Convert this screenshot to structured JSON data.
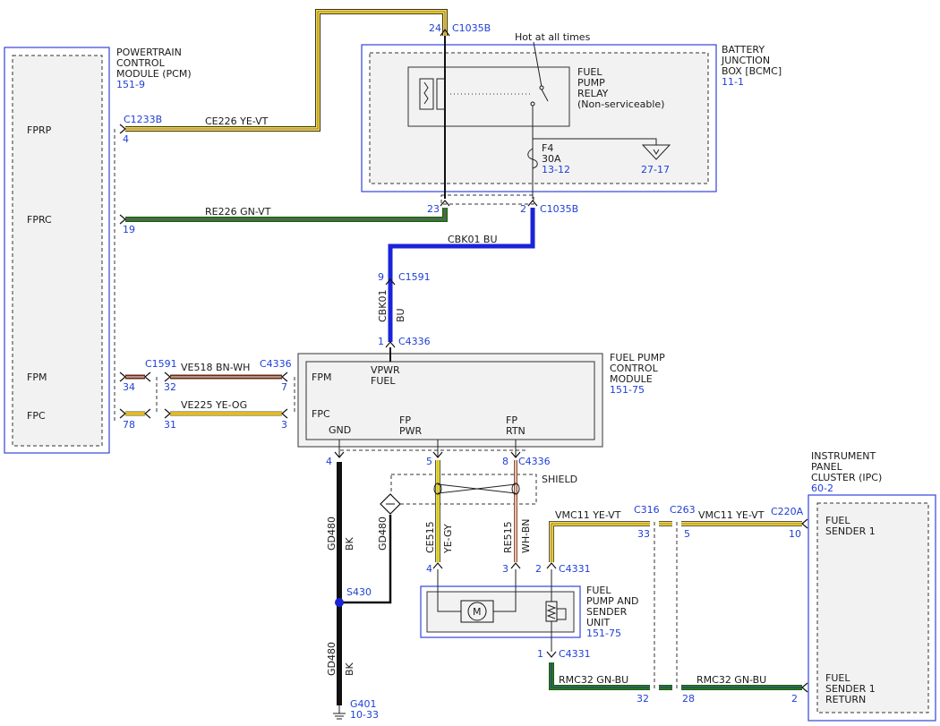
{
  "colors": {
    "YE": "#f3e21a",
    "GN": "#2f7a1e",
    "BU": "#1a23d9",
    "BN": "#8b3a1a",
    "OG": "#f08a1c",
    "BK": "#111111",
    "WH": "#ffffff",
    "VT": "#8a3fbf",
    "GY": "#9a9a9a",
    "label_blue": "#1f3fd6"
  },
  "modules": {
    "pcm": {
      "name_lines": [
        "POWERTRAIN",
        "CONTROL",
        "MODULE (PCM)"
      ],
      "ref": "151-9",
      "pins": [
        "FPRP",
        "FPRC",
        "FPM",
        "FPC"
      ]
    },
    "bjb": {
      "name_lines": [
        "BATTERY",
        "JUNCTION",
        "BOX [BCMC]"
      ],
      "ref": "11-1",
      "hot_label": "Hot at all times",
      "relay_lines": [
        "FUEL",
        "PUMP",
        "RELAY",
        "(Non-serviceable)"
      ],
      "fuse_name": "F4",
      "fuse_rating": "30A",
      "fuse_ref": "13-12",
      "ground_ref": "27-17"
    },
    "fpcm": {
      "name_lines": [
        "FUEL PUMP",
        "CONTROL",
        "MODULE"
      ],
      "ref": "151-75",
      "pin_fpm": "FPM",
      "pin_fpc": "FPC",
      "vpwr_lines": [
        "VPWR",
        "FUEL"
      ],
      "gnd": "GND",
      "fppwr_lines": [
        "FP",
        "PWR"
      ],
      "fprtn_lines": [
        "FP",
        "RTN"
      ]
    },
    "pump": {
      "name_lines": [
        "FUEL",
        "PUMP AND",
        "SENDER",
        "UNIT"
      ],
      "ref": "151-75",
      "motor_symbol": "M"
    },
    "ipc": {
      "name_lines": [
        "INSTRUMENT",
        "PANEL",
        "CLUSTER (IPC)"
      ],
      "ref": "60-2",
      "sender_lines": [
        "FUEL",
        "SENDER 1"
      ],
      "return_lines": [
        "FUEL",
        "SENDER 1",
        "RETURN"
      ]
    }
  },
  "connectors": {
    "c1035b_top": "C1035B",
    "c1035b_bot": "C1035B",
    "c1233b": "C1233B",
    "c1591_top": "C1591",
    "c1591_mid": "C1591",
    "c4336_top": "C4336",
    "c4336_mid": "C4336",
    "c4336_bot": "C4336",
    "c316": "C316",
    "c263": "C263",
    "c220a": "C220A",
    "c4331_top": "C4331",
    "c4331_bot": "C4331",
    "s430": "S430",
    "g401": "G401",
    "g401_ref": "10-33",
    "shield": "SHIELD"
  },
  "pins": {
    "p24": "24",
    "p23": "23",
    "p2_bjb": "2",
    "p4_pcm": "4",
    "p19": "19",
    "p34": "34",
    "p32_c1591": "32",
    "p7": "7",
    "p78": "78",
    "p31": "31",
    "p3_fpcm": "3",
    "p9": "9",
    "p1_c4336": "1",
    "p4_gnd": "4",
    "p5": "5",
    "p8": "8",
    "p4_pump": "4",
    "p3_pump": "3",
    "p2_c4331": "2",
    "p1_c4331": "1",
    "p33": "33",
    "p5_c263": "5",
    "p10": "10",
    "p32_c316": "32",
    "p28": "28",
    "p2_ipc": "2"
  },
  "wires": {
    "ce226": "CE226  YE-VT",
    "re226": "RE226  GN-VT",
    "cbk01_h": "CBK01     BU",
    "cbk01_v": "CBK01",
    "cbk01_v_col": "BU",
    "ve518": "VE518  BN-WH",
    "ve225": "VE225  YE-OG",
    "gd480_a": "GD480",
    "gd480_a_col": "BK",
    "gd480_b": "GD480",
    "gd480_c": "GD480",
    "gd480_c_col": "BK",
    "ce515": "CE515",
    "ce515_col": "YE-GY",
    "re515": "RE515",
    "re515_col": "WH-BN",
    "vmc11_a": "VMC11    YE-VT",
    "vmc11_b": "VMC11    YE-VT",
    "rmc32_a": "RMC32    GN-BU",
    "rmc32_b": "RMC32    GN-BU"
  }
}
